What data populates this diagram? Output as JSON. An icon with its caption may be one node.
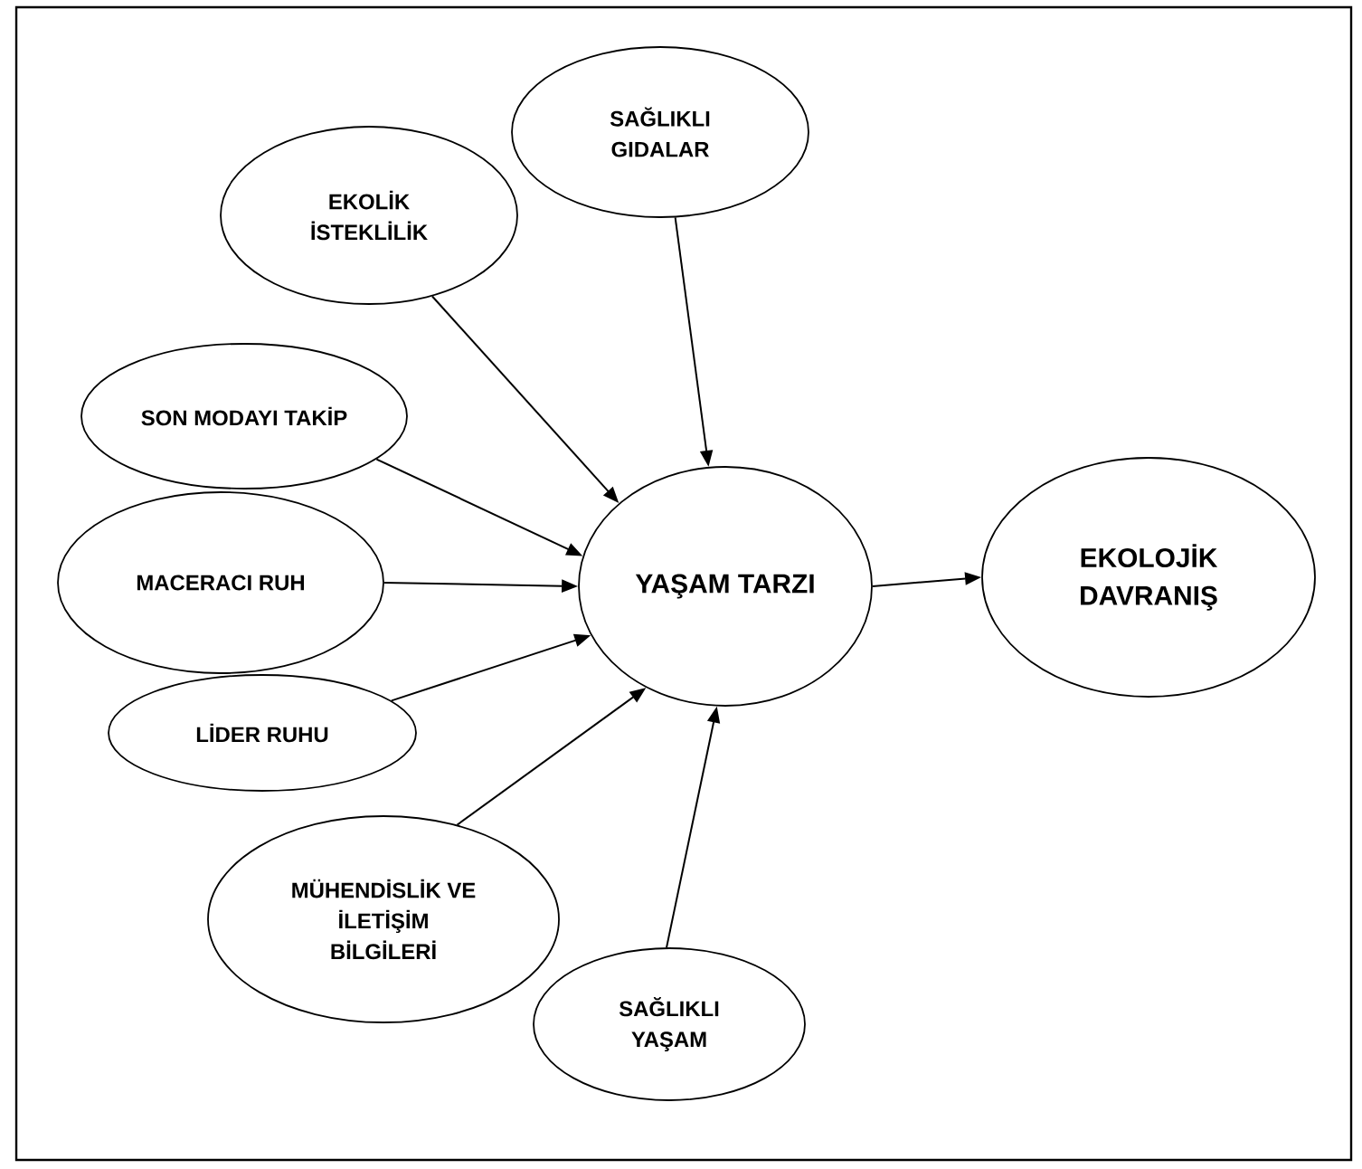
{
  "diagram": {
    "nodes": [
      {
        "text": [
          "SAĞLIKLI GIDALAR"
        ]
      },
      {
        "text": [
          "EKOLİK İSTEKLİLİK"
        ]
      },
      {
        "text": [
          "SON MODAYI TAKİP"
        ]
      },
      {
        "text": [
          "MACERACI RUH"
        ]
      },
      {
        "text": [
          "LİDER RUHU"
        ]
      },
      {
        "text": [
          "MÜHENDİSLİK VE İLETİŞİM BİLGİLERİ"
        ]
      },
      {
        "text": [
          "SAĞLIKLI YAŞAM"
        ]
      },
      {
        "text": [
          "YAŞAM TARZI"
        ]
      },
      {
        "text": [
          "EKOLOJİK DAVRANIŞ"
        ]
      }
    ],
    "edges": [
      {
        "from": 0,
        "to": 7,
        "arrow": "to"
      },
      {
        "from": 1,
        "to": 7,
        "arrow": "to"
      },
      {
        "from": 2,
        "to": 7,
        "arrow": "to"
      },
      {
        "from": 3,
        "to": 7,
        "arrow": "to"
      },
      {
        "from": 4,
        "to": 7,
        "arrow": "to"
      },
      {
        "from": 5,
        "to": 7,
        "arrow": "to"
      },
      {
        "from": 6,
        "to": 7,
        "arrow": "to"
      },
      {
        "from": 7,
        "to": 8,
        "arrow": "to"
      }
    ]
  }
}
